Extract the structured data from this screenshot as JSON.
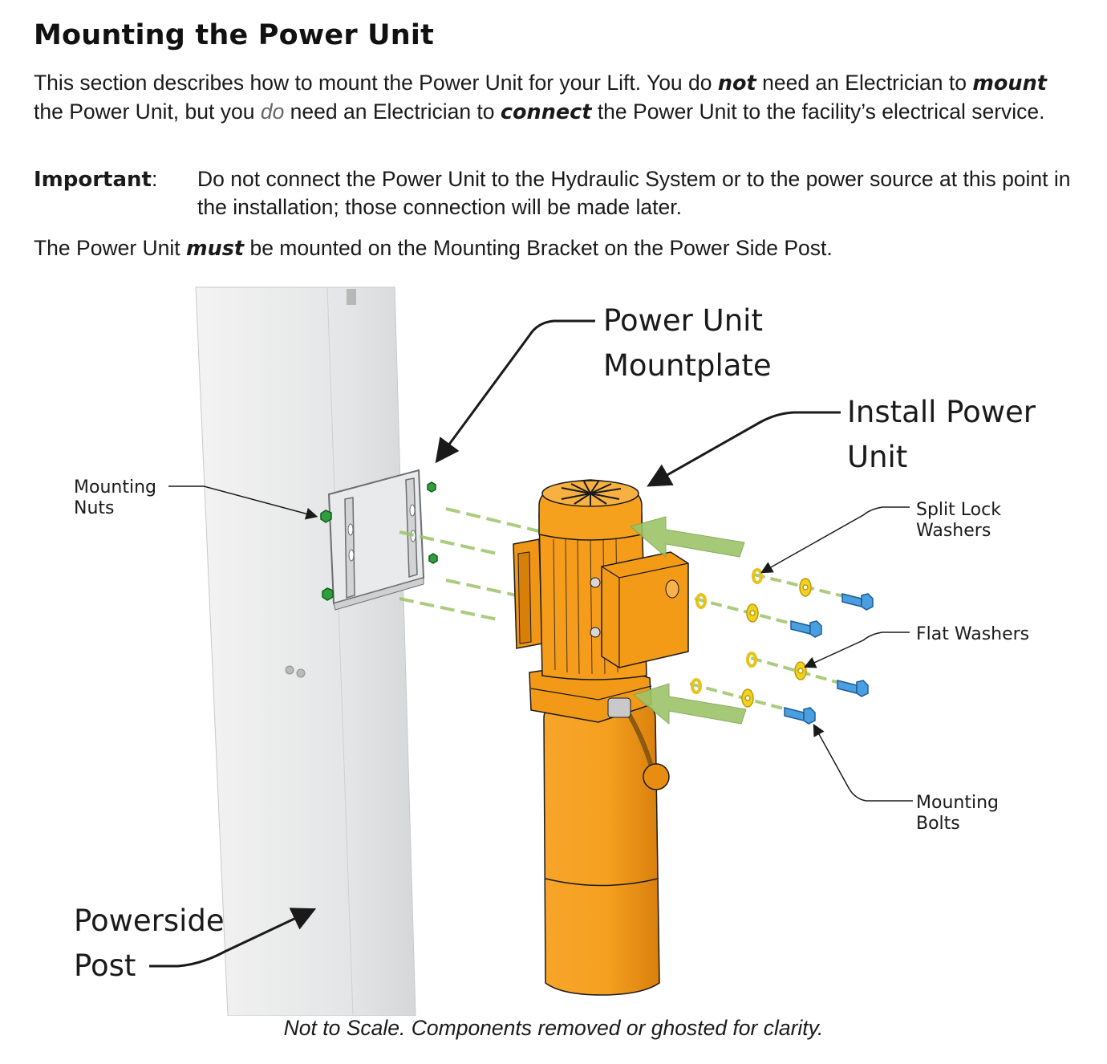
{
  "title": "Mounting the Power Unit",
  "intro": {
    "t1": "This section describes how to mount the Power Unit for your Lift. You do ",
    "e1": "not",
    "t2": " need an Electrician to ",
    "e2": "mount",
    "t3": " the Power Unit, but you ",
    "e3": "do",
    "t4": " need an Electrician to ",
    "e4": "connect",
    "t5": " the Power Unit to the facility’s electrical service."
  },
  "important": {
    "label": "Important",
    "colon": ":",
    "text": "Do not connect the Power Unit to the Hydraulic System or to the power source at this point in the installation; those connection will be made later."
  },
  "requirement": {
    "t1": "The Power Unit ",
    "e1": "must",
    "t2": " be mounted on the Mounting Bracket on the Power Side Post."
  },
  "figure": {
    "labels": {
      "mountplate_1": "Power Unit",
      "mountplate_2": "Mountplate",
      "install_1": "Install Power",
      "install_2": "Unit",
      "nuts_1": "Mounting",
      "nuts_2": "Nuts",
      "lock_1": "Split Lock",
      "lock_2": "Washers",
      "flat": "Flat Washers",
      "bolts_1": "Mounting",
      "bolts_2": "Bolts",
      "post_1": "Powerside",
      "post_2": "Post"
    }
  },
  "caption": "Not to Scale. Components removed or ghosted for clarity.",
  "colors": {
    "post": "#e6e7e8",
    "motor": "#f59c1a",
    "arrow_green": "#9dc46a",
    "nut_green": "#2f9e3c",
    "bolt_blue": "#4a9fe0",
    "washer_yellow": "#f2d21e"
  }
}
